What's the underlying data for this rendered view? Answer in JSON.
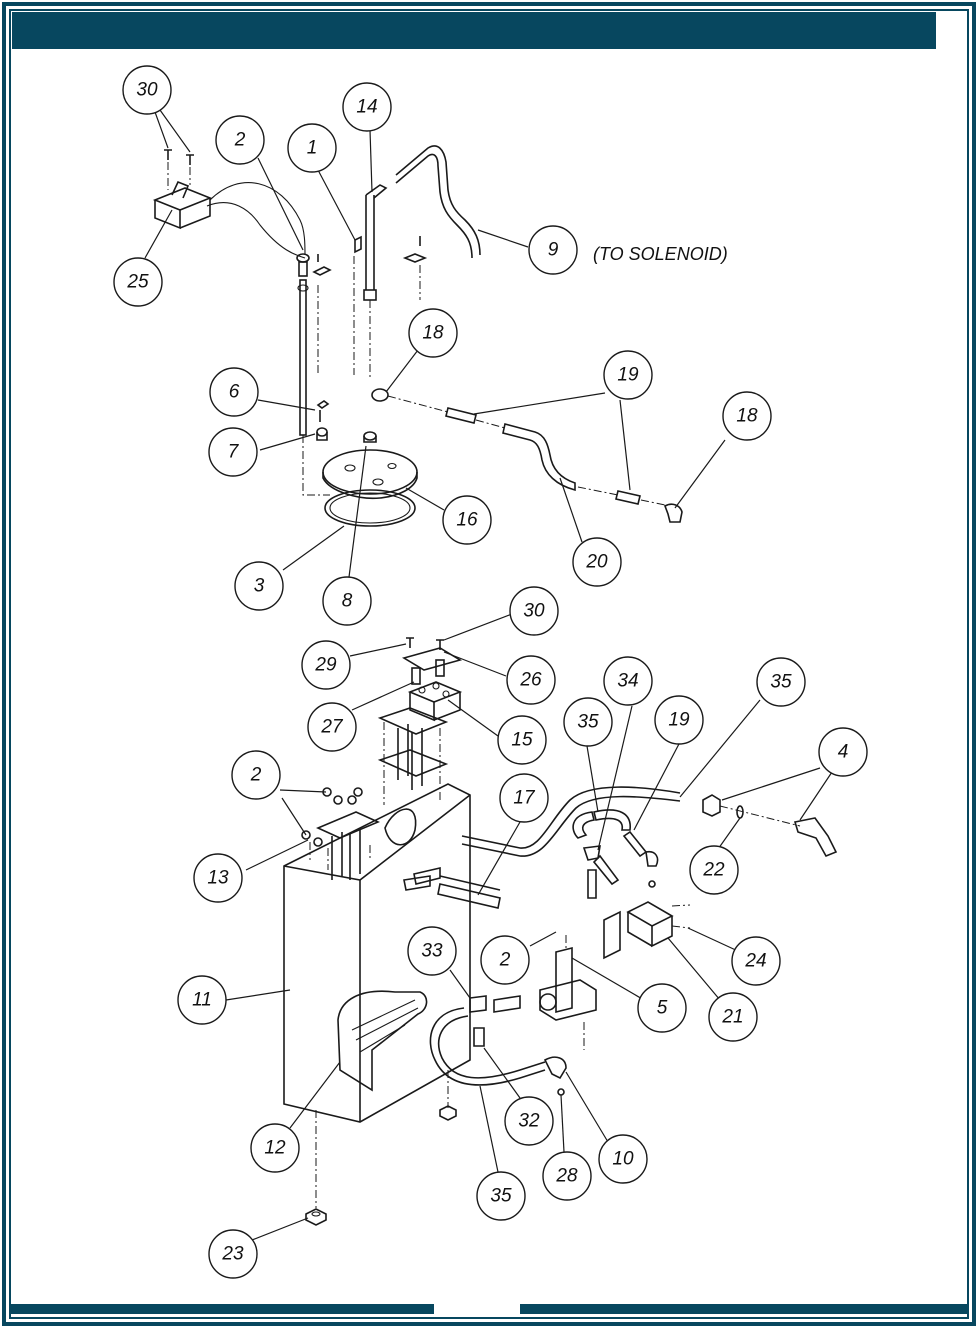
{
  "colors": {
    "frame": "#07475f",
    "line": "#1a1a1a",
    "background": "#ffffff"
  },
  "note": "(TO SOLENOID)",
  "callouts": [
    {
      "id": "c30a",
      "label": "30"
    },
    {
      "id": "c2a",
      "label": "2"
    },
    {
      "id": "c1",
      "label": "1"
    },
    {
      "id": "c14",
      "label": "14"
    },
    {
      "id": "c9",
      "label": "9"
    },
    {
      "id": "c25",
      "label": "25"
    },
    {
      "id": "c18a",
      "label": "18"
    },
    {
      "id": "c6",
      "label": "6"
    },
    {
      "id": "c19a",
      "label": "19"
    },
    {
      "id": "c18b",
      "label": "18"
    },
    {
      "id": "c7",
      "label": "7"
    },
    {
      "id": "c16",
      "label": "16"
    },
    {
      "id": "c20",
      "label": "20"
    },
    {
      "id": "c3",
      "label": "3"
    },
    {
      "id": "c8",
      "label": "8"
    },
    {
      "id": "c30b",
      "label": "30"
    },
    {
      "id": "c29",
      "label": "29"
    },
    {
      "id": "c26",
      "label": "26"
    },
    {
      "id": "c34",
      "label": "34"
    },
    {
      "id": "c35a",
      "label": "35"
    },
    {
      "id": "c27",
      "label": "27"
    },
    {
      "id": "c35b",
      "label": "35"
    },
    {
      "id": "c19b",
      "label": "19"
    },
    {
      "id": "c15",
      "label": "15"
    },
    {
      "id": "c4",
      "label": "4"
    },
    {
      "id": "c2b",
      "label": "2"
    },
    {
      "id": "c17",
      "label": "17"
    },
    {
      "id": "c13",
      "label": "13"
    },
    {
      "id": "c22",
      "label": "22"
    },
    {
      "id": "c33",
      "label": "33"
    },
    {
      "id": "c2c",
      "label": "2"
    },
    {
      "id": "c24",
      "label": "24"
    },
    {
      "id": "c11",
      "label": "11"
    },
    {
      "id": "c5",
      "label": "5"
    },
    {
      "id": "c21",
      "label": "21"
    },
    {
      "id": "c32",
      "label": "32"
    },
    {
      "id": "c12",
      "label": "12"
    },
    {
      "id": "c10",
      "label": "10"
    },
    {
      "id": "c28",
      "label": "28"
    },
    {
      "id": "c35c",
      "label": "35"
    },
    {
      "id": "c23",
      "label": "23"
    }
  ]
}
